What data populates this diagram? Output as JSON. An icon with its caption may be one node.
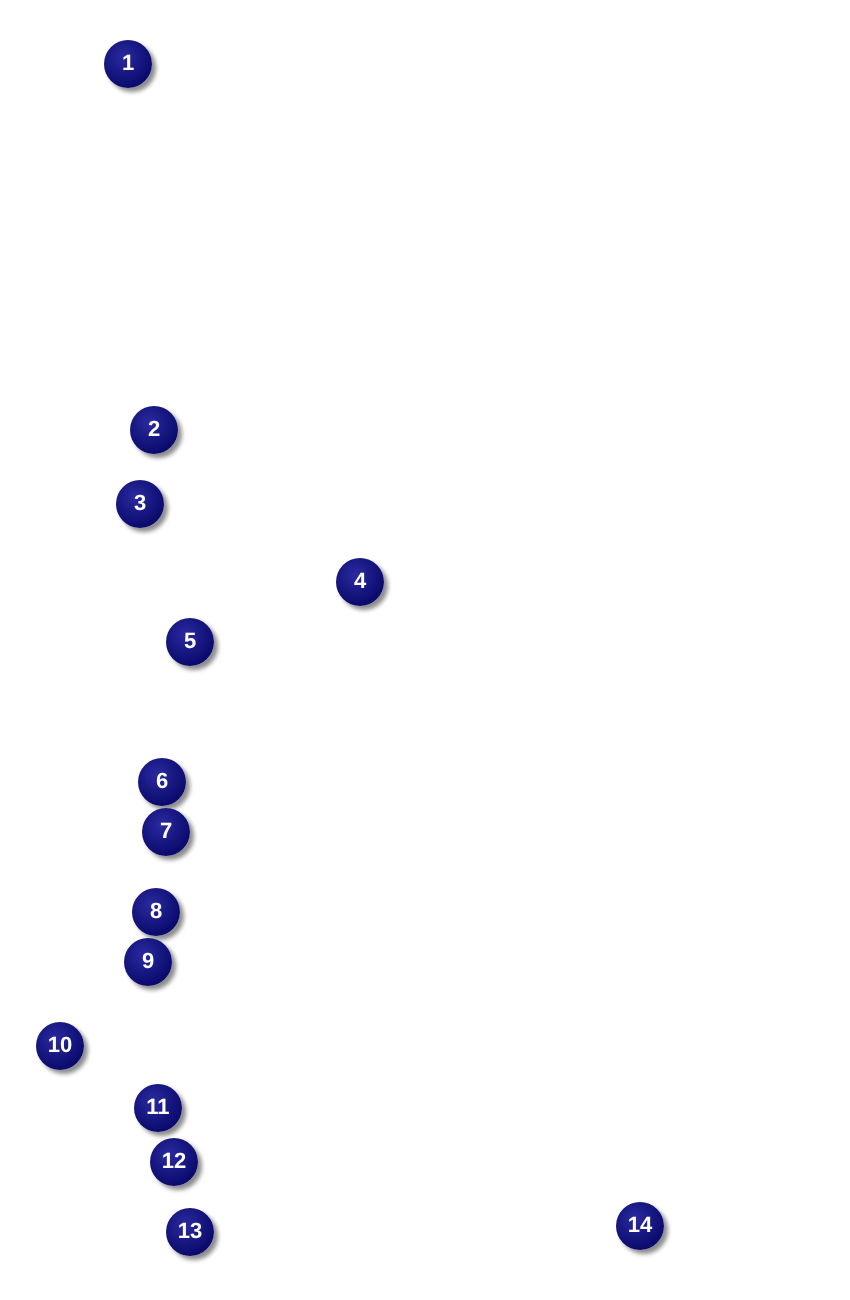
{
  "diagram": {
    "labels": [
      "1",
      "2",
      "3",
      "4",
      "5",
      "6",
      "7",
      "8",
      "9",
      "10",
      "11",
      "12",
      "13",
      "14"
    ]
  }
}
